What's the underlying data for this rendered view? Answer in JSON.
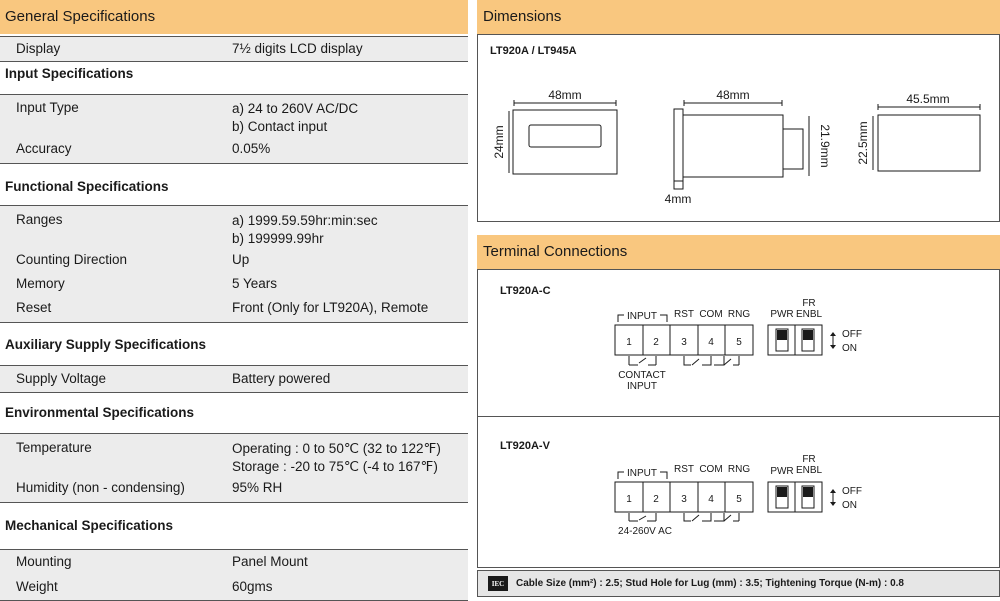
{
  "general": {
    "title": "General Specifications",
    "rows": [
      {
        "label": "Display",
        "value": "7½ digits LCD display"
      }
    ]
  },
  "input": {
    "title": "Input Specifications",
    "rows": [
      {
        "label": "Input Type",
        "value": "a) 24 to 260V AC/DC",
        "value2": "b) Contact input"
      },
      {
        "label": "Accuracy",
        "value": "0.05%"
      }
    ]
  },
  "functional": {
    "title": "Functional Specifications",
    "rows": [
      {
        "label": "Ranges",
        "value": "a) 1999.59.59hr:min:sec",
        "value2": "b) 199999.99hr"
      },
      {
        "label": "Counting Direction",
        "value": "Up"
      },
      {
        "label": "Memory",
        "value": "5 Years"
      },
      {
        "label": "Reset",
        "value": "Front (Only for LT920A), Remote"
      }
    ]
  },
  "auxiliary": {
    "title": "Auxiliary Supply Specifications",
    "rows": [
      {
        "label": "Supply Voltage",
        "value": "Battery powered"
      }
    ]
  },
  "environmental": {
    "title": "Environmental Specifications",
    "rows": [
      {
        "label": "Temperature",
        "value": "Operating : 0 to 50℃ (32 to 122℉)",
        "value2": "Storage : -20 to 75℃ (-4 to 167℉)"
      },
      {
        "label": "Humidity (non - condensing)",
        "value": "95% RH"
      }
    ]
  },
  "mechanical": {
    "title": "Mechanical Specifications",
    "rows": [
      {
        "label": "Mounting",
        "value": "Panel Mount"
      },
      {
        "label": "Weight",
        "value": "60gms"
      }
    ]
  },
  "dimensions": {
    "title": "Dimensions",
    "model": "LT920A / LT945A",
    "front_width": "48mm",
    "front_height": "24mm",
    "side_width": "48mm",
    "side_height": "21.9mm",
    "side_flange": "4mm",
    "back_width": "45.5mm",
    "back_height": "22.5mm"
  },
  "terminals": {
    "title": "Terminal Connections",
    "c": {
      "model": "LT920A-C",
      "input_label": "INPUT",
      "rst": "RST",
      "com": "COM",
      "rng": "RNG",
      "pwr": "PWR",
      "fr": "FR",
      "enbl": "ENBL",
      "off": "OFF",
      "on": "ON",
      "nums": [
        "1",
        "2",
        "3",
        "4",
        "5"
      ],
      "contact1": "CONTACT",
      "contact2": "INPUT"
    },
    "v": {
      "model": "LT920A-V",
      "input_label": "INPUT",
      "rst": "RST",
      "com": "COM",
      "rng": "RNG",
      "pwr": "PWR",
      "fr": "FR",
      "enbl": "ENBL",
      "off": "OFF",
      "on": "ON",
      "nums": [
        "1",
        "2",
        "3",
        "4",
        "5"
      ],
      "ac_label": "24-260V AC"
    }
  },
  "footer": {
    "iec": "IEC",
    "text": "Cable Size (mm²) : 2.5; Stud Hole for Lug (mm) : 3.5; Tightening Torque (N-m) : 0.8"
  }
}
